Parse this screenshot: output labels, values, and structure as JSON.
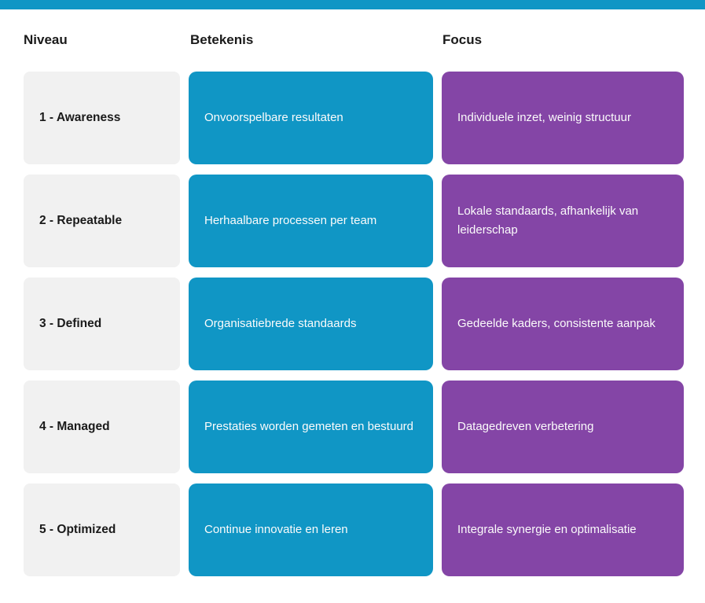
{
  "colors": {
    "accent_teal": "#1096c5",
    "accent_purple": "#8445a6",
    "cell_gray": "#f1f1f1",
    "text_dark": "#1a1a1a",
    "text_light": "#fbfbfb"
  },
  "columns": [
    {
      "key": "niveau",
      "label": "Niveau"
    },
    {
      "key": "betekenis",
      "label": "Betekenis"
    },
    {
      "key": "focus",
      "label": "Focus"
    }
  ],
  "rows": [
    {
      "niveau": "1 - Awareness",
      "betekenis": "Onvoorspelbare resultaten",
      "focus": "Individuele inzet, weinig structuur"
    },
    {
      "niveau": "2 - Repeatable",
      "betekenis": "Herhaalbare processen per team",
      "focus": "Lokale standaards, afhankelijk van leiderschap"
    },
    {
      "niveau": "3 - Defined",
      "betekenis": "Organisatiebrede standaards",
      "focus": "Gedeelde kaders, consistente aanpak"
    },
    {
      "niveau": "4 - Managed",
      "betekenis": "Prestaties worden gemeten en bestuurd",
      "focus": "Datagedreven verbetering"
    },
    {
      "niveau": "5 - Optimized",
      "betekenis": "Continue innovatie en leren",
      "focus": "Integrale synergie en optimalisatie"
    }
  ]
}
